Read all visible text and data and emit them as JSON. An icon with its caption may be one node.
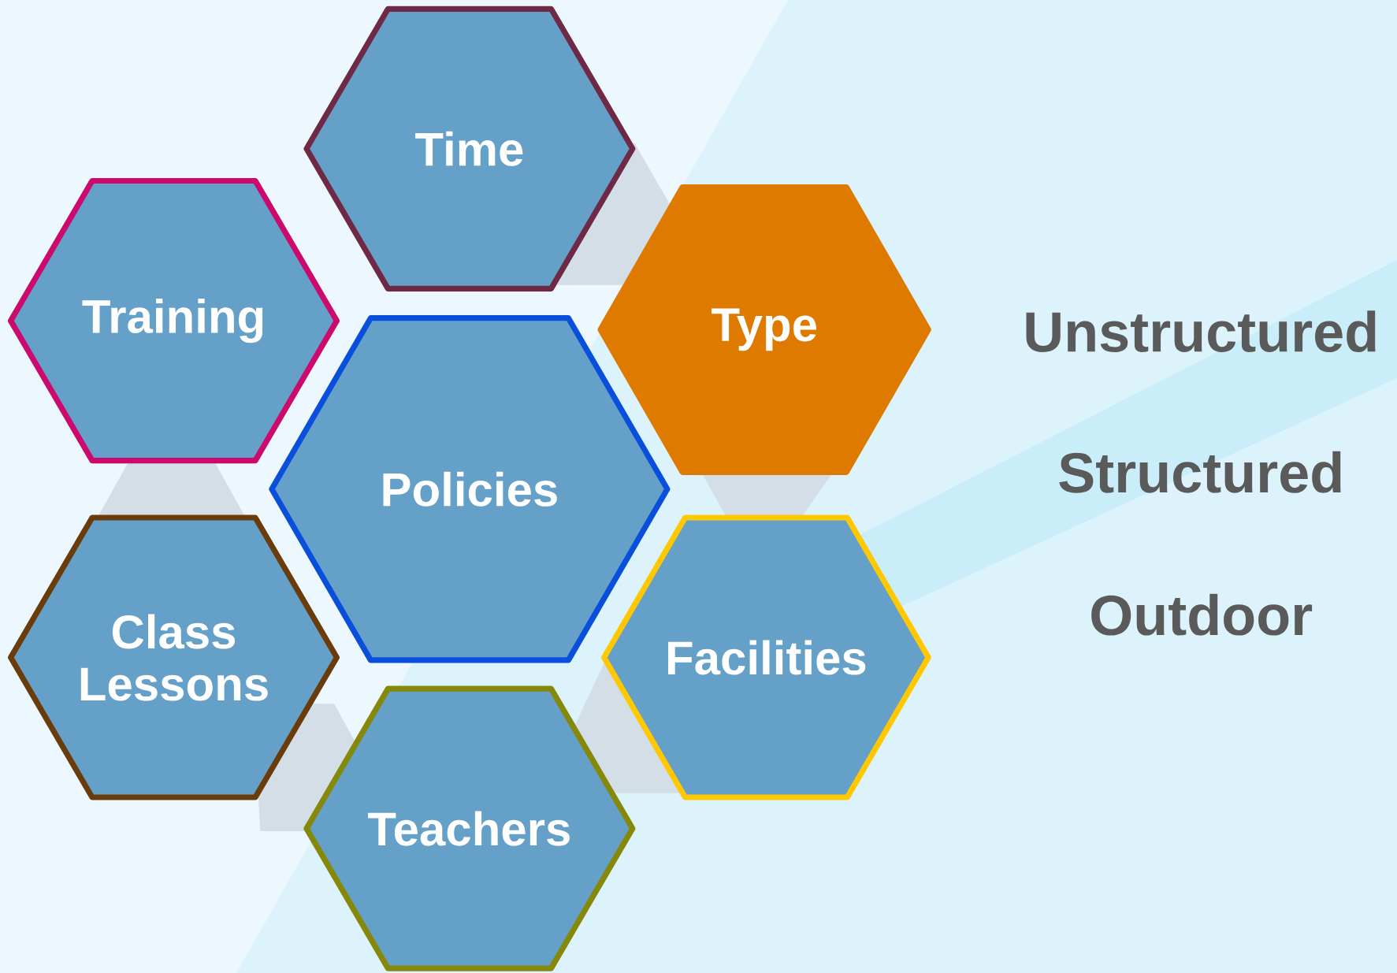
{
  "diagram": {
    "nodes": [
      {
        "text": [
          "Time"
        ]
      },
      {
        "text": [
          "Training"
        ]
      },
      {
        "text": [
          "Type"
        ]
      },
      {
        "text": [
          "Policies"
        ]
      },
      {
        "text": [
          "Class Lessons"
        ]
      },
      {
        "text": [
          "Facilities"
        ]
      },
      {
        "text": [
          "Teachers"
        ]
      }
    ],
    "labels": [
      "Unstructured",
      "Structured",
      "Outdoor"
    ]
  }
}
